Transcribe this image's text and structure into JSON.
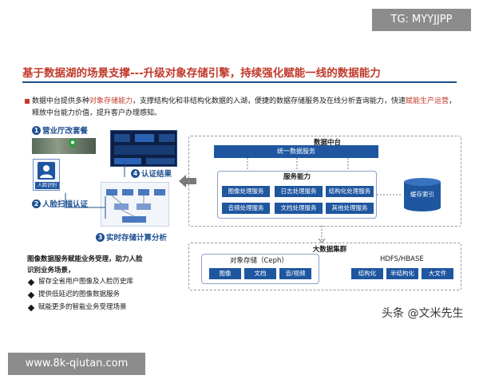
{
  "overlay": {
    "top_tag": "TG: MYYJJPP",
    "bottom_tag": "www.8k-qiutan.com",
    "watermark": "头条 @文米先生"
  },
  "slide": {
    "title": "基于数据湖的场景支撑---升级对象存储引擎，持续强化赋能一线的数据能力",
    "intro_parts": [
      "数据中台提供多种",
      "对象存储能力",
      "，支撑结构化和非结构化数据的入湖，便捷的数据存储服务及在线分析查询能力，快速",
      "赋能生产运营",
      "，释放中台能力价值，提升客户办理感知。"
    ],
    "left_flow": {
      "step1": {
        "num": "1",
        "label": "营业厅改套餐"
      },
      "step2": {
        "num": "2",
        "label": "人脸扫描认证"
      },
      "step3": {
        "num": "3",
        "label": "实时存储计算分析"
      },
      "step4": {
        "num": "4",
        "label": "认证结果"
      },
      "photo_caption": "人脸识别"
    },
    "business": {
      "heading_line1": "图像数据服务赋能业务受理，助力人脸",
      "heading_line2": "识别业务场景，",
      "items": [
        "留存全省用户图像及人脸历史库",
        "提供低延迟的图像数据服务",
        "赋能更多的智能业务受理场景"
      ]
    },
    "data_center": {
      "title": "数据中台",
      "unified": "统一数据服务",
      "service_title": "服务能力",
      "services": [
        "图像处理服务",
        "日志处理服务",
        "结构化处理服务",
        "音频处理服务",
        "文档处理服务",
        "其他处理服务"
      ],
      "cache": "缓存索引"
    },
    "big_data": {
      "title": "大数据集群",
      "object_storage": {
        "title": "对象存储（Ceph）",
        "items": [
          "图像",
          "文档",
          "音/视频"
        ]
      },
      "hdfs": {
        "title": "HDFS/HBASE",
        "items": [
          "结构化",
          "半结构化",
          "大文件"
        ]
      }
    }
  }
}
